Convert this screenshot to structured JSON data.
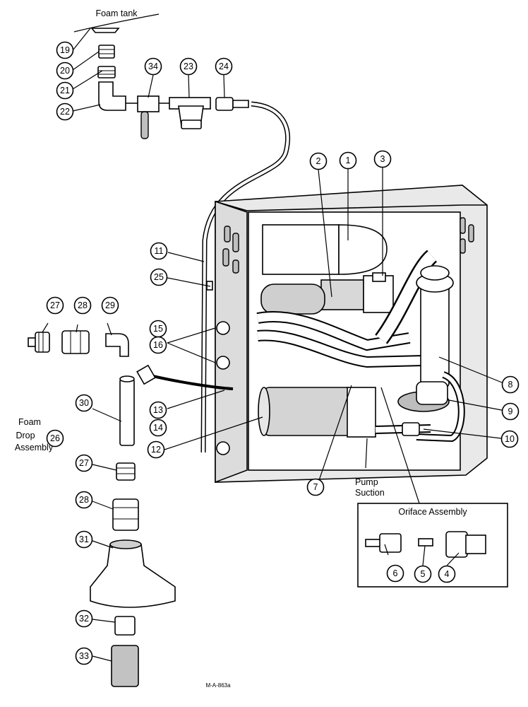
{
  "labels": {
    "foam_tank": "Foam tank",
    "foam_drop_line1": "Foam",
    "foam_drop_line2": "Drop",
    "foam_drop_line3": "Assembly",
    "pump_suction_line1": "Pump",
    "pump_suction_line2": "Suction",
    "oriface_assembly": "Oriface Assembly",
    "drawing_code": "M-A-863a"
  },
  "callouts": [
    "1",
    "2",
    "3",
    "4",
    "5",
    "6",
    "7",
    "8",
    "9",
    "10",
    "11",
    "12",
    "13",
    "14",
    "15",
    "16",
    "19",
    "20",
    "21",
    "22",
    "23",
    "24",
    "25",
    "26",
    "27",
    "27",
    "28",
    "28",
    "29",
    "30",
    "31",
    "32",
    "33",
    "34"
  ]
}
